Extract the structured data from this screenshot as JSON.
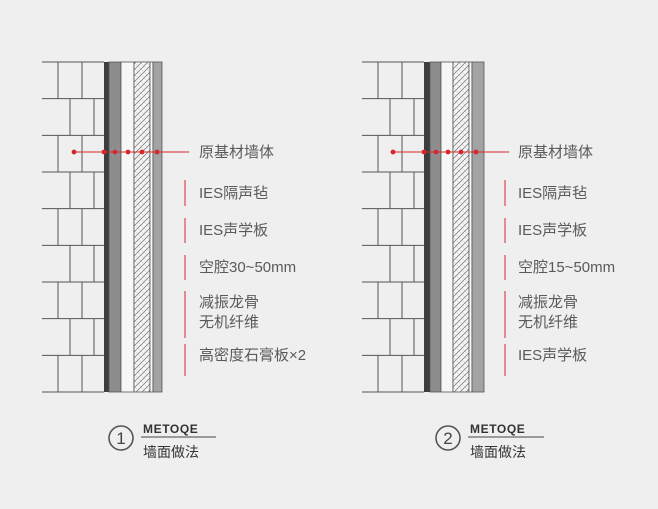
{
  "colors": {
    "background": "#efefef",
    "leader": "#d6282c",
    "text": "#5a5a5a"
  },
  "diagrams": [
    {
      "labels": [
        "原基材墙体",
        "IES隔声毡",
        "IES声学板",
        "空腔30~50mm",
        "减振龙骨",
        "无机纤维",
        "高密度石膏板×2"
      ],
      "caption": {
        "number": "1",
        "brand": "METOQE",
        "title": "墙面做法"
      }
    },
    {
      "labels": [
        "原基材墙体",
        "IES隔声毡",
        "IES声学板",
        "空腔15~50mm",
        "减振龙骨",
        "无机纤维",
        "IES声学板"
      ],
      "caption": {
        "number": "2",
        "brand": "METOQE",
        "title": "墙面做法"
      }
    }
  ]
}
